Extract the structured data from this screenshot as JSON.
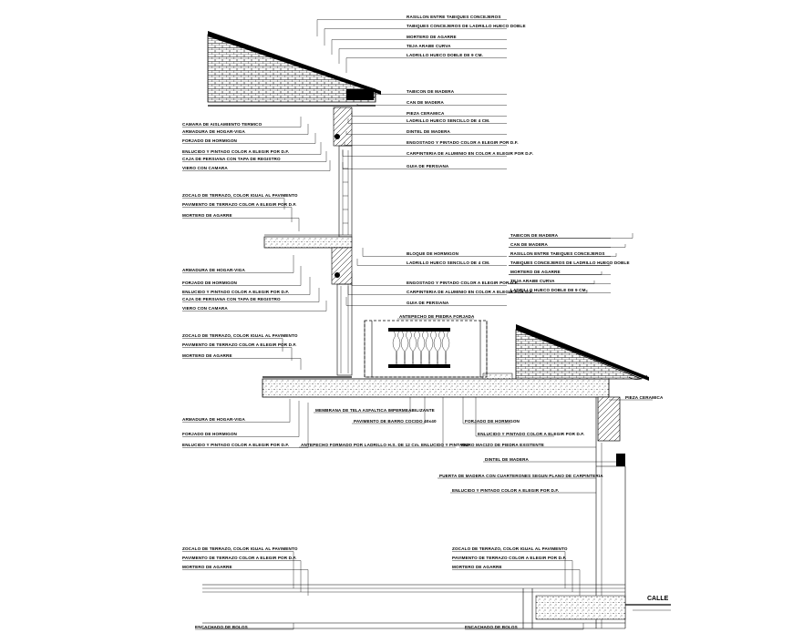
{
  "labels": {
    "right_top": [
      "RASILLON ENTRE TABIQUES CONCEJEROS",
      "TABIQUES CONCEJEROS DE LADRILLO HUECO DOBLE",
      "MORTERO DE AGARRE",
      "TEJA ARABE CURVA",
      "LADRILLO HUECO DOBLE DE 9 CM.",
      "TABICON DE MADERA",
      "CAN DE MADERA",
      "PIEZA CERAMICA",
      "LADRILLO HUECO SENCILLO DE 4 CM.",
      "DINTEL DE MADERA",
      "ENGOSTADO Y PINTADO COLOR A ELEGIR POR D.F.",
      "CARPINTERIA DE ALUMINIO EN COLOR A ELEGIR POR D.F.",
      "GUIA DE PERSIANA"
    ],
    "left_top": [
      "CAMARA DE AISLAMIENTO TERMICO",
      "ARMADURA DE HOGAR-VIGA",
      "FORJADO DE HORMIGON",
      "ENLUCIDO Y PINTADO COLOR A ELEGIR POR D.F.",
      "CAJA DE PERSIANA CON TAPA DE REGISTRO",
      "VIERO CON CAMARA"
    ],
    "left_mid": [
      "ZOCALO DE TERRAZO, COLOR IGUAL AL PAVIMENTO",
      "PAVIMENTO DE TERRAZO COLOR A ELEGIR POR D.F.",
      "MORTERO DE AGARRE"
    ],
    "right_mid": [
      "BLOQUE DE HORMIGON",
      "LADRILLO HUECO SENCILLO DE 4 CM.",
      "ENGOSTADO Y PINTADO COLOR A ELEGIR POR D.F.",
      "CARPINTERIA DE ALUMINIO EN COLOR A ELEGIR POR D.F.",
      "GUIA DE PERSIANA"
    ],
    "left_mid2": [
      "ARMADURA DE HOGAR-VIGA",
      "FORJADO DE HORMIGON",
      "ENLUCIDO Y PINTADO COLOR A ELEGIR POR D.F.",
      "CAJA DE PERSIANA CON TAPA DE REGISTRO",
      "VIERO CON CAMARA"
    ],
    "parapet": "ANTEPECHO DE PIEDRA FORJADA",
    "right_roof2": [
      "TABICON DE MADERA",
      "CAN DE MADERA",
      "RASILLON ENTRE TABIQUES CONCEJEROS",
      "TABIQUES CONCEJEROS DE LADRILLO HUECO DOBLE",
      "MORTERO DE AGARRE",
      "TEJA ARABE CURVA",
      "LADRILLO HUECO DOBLE DE 9 CM."
    ],
    "pieza_ceramica": "PIEZA CERAMICA",
    "left_low": [
      "ZOCALO DE TERRAZO, COLOR IGUAL AL PAVIMENTO",
      "PAVIMENTO DE TERRAZO COLOR A ELEGIR POR D.F.",
      "MORTERO DE AGARRE"
    ],
    "bottom_mid": [
      "MEMBRANA DE TELA ASFALTICA IMPERMEABILIZANTE",
      "PAVIMENTO DE BARRO COCIDO 40x40",
      "FORJADO DE HORMIGON",
      "ENLUCIDO Y PINTADO COLOR A ELEGIR POR D.F.",
      "MURO MACIZO DE PIEDRA EXISTENTE"
    ],
    "left_low2": [
      "ARMADURA DE HOGAR-VIGA",
      "FORJADO DE HORMIGON",
      "ENLUCIDO Y PINTADO COLOR A ELEGIR POR D.F."
    ],
    "antepecho": "ANTEPECHO FORMADO POR LADRILLO H.S. DE 12 Cm. ENLUCIDO Y PINTADO",
    "right_low": [
      "DINTEL DE MADERA",
      "PUERTA DE MADERA CON CUARTERONES SEGUN PLANO DE CARPINTERIA",
      "ENLUCIDO Y PINTADO COLOR A ELEGIR POR D.F."
    ],
    "ground_left": [
      "ZOCALO DE TERRAZO, COLOR IGUAL AL PAVIMENTO",
      "PAVIMENTO DE TERRAZO COLOR A ELEGIR POR D.F.",
      "MORTERO DE AGARRE"
    ],
    "ground_right": [
      "ZOCALO DE TERRAZO, COLOR IGUAL AL PAVIMENTO",
      "PAVIMENTO DE TERRAZO COLOR A ELEGIR POR D.F.",
      "MORTERO DE AGARRE"
    ],
    "encachado_left": "ENCACHADO DE BOLOS",
    "encachado_right": "ENCACHADO DE BOLOS",
    "street": "CALLE"
  }
}
